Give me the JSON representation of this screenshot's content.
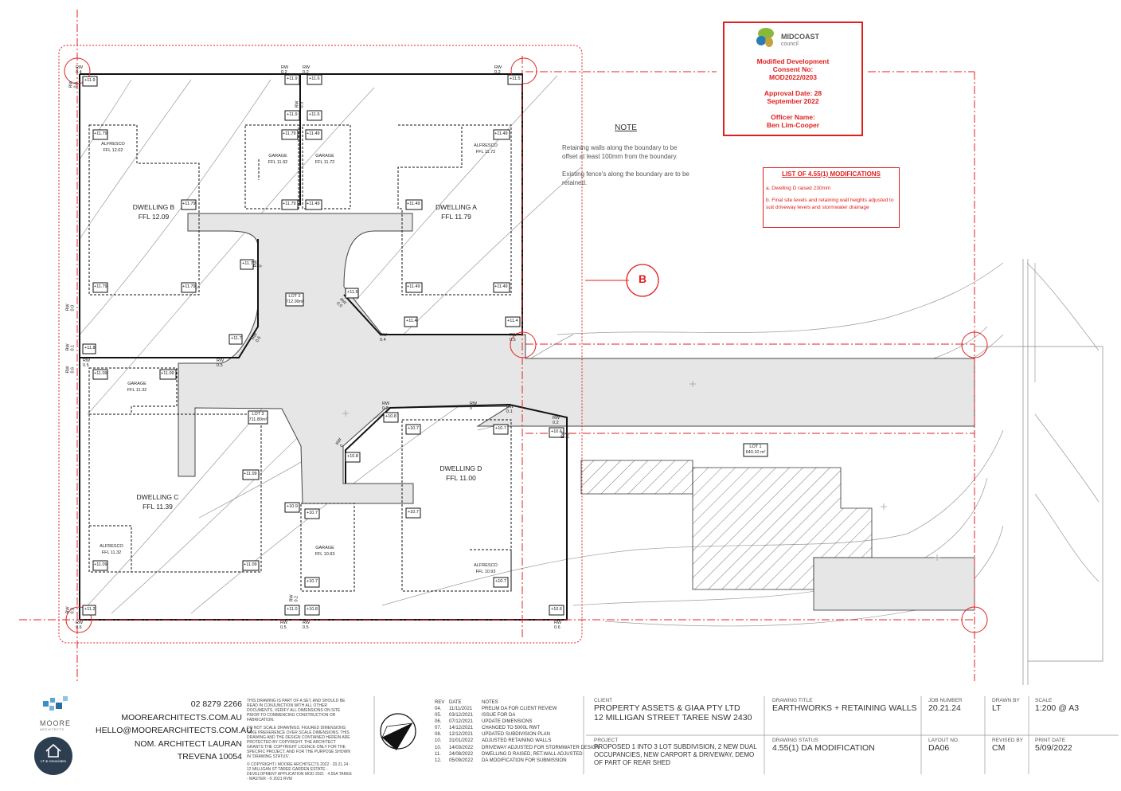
{
  "stamp": {
    "org_line1": "MIDCOAST",
    "org_line2": "council",
    "l1": "Modified Development",
    "l2": "Consent No:",
    "l3": "MOD2022/0203",
    "l4": "Approval Date: 28",
    "l5": "September 2022",
    "l6": "Officer Name:",
    "l7": "Ben Lim-Cooper"
  },
  "note": {
    "heading": "NOTE",
    "p1": "Retaining walls along the boundary to be offset at least 100mm from the boundary.",
    "p2": "Existing fence's along the boundary are to be retained."
  },
  "modifications": {
    "heading": "LIST OF 4.55(1) MODIFICATIONS",
    "a": "a. Dwelling D raised 230mm",
    "b": "b. Final site levels and retaining wall heights adjusted to suit driveway levels and stormwater drainage"
  },
  "section_marker": "B",
  "plan": {
    "dwellings": [
      {
        "name": "DWELLING B",
        "ffl": "FFL 12.09"
      },
      {
        "name": "DWELLING A",
        "ffl": "FFL 11.79"
      },
      {
        "name": "DWELLING C",
        "ffl": "FFL 11.39"
      },
      {
        "name": "DWELLING D",
        "ffl": "FFL 11.00"
      }
    ],
    "rooms": [
      {
        "name": "ALFRESCO",
        "ffl": "FFL 12.02"
      },
      {
        "name": "GARAGE",
        "ffl": "FFL 11.92"
      },
      {
        "name": "GARAGE",
        "ffl": "FFL 11.72"
      },
      {
        "name": "ALFRESCO",
        "ffl": "FFL 11.72"
      },
      {
        "name": "GARAGE",
        "ffl": "FFL 11.32"
      },
      {
        "name": "ALFRESCO",
        "ffl": "FFL 11.32"
      },
      {
        "name": "GARAGE",
        "ffl": "FFL 10.93"
      },
      {
        "name": "ALFRESCO",
        "ffl": "FFL 10.93"
      }
    ],
    "lots": [
      {
        "name": "LOT 2",
        "area": "712.99m²"
      },
      {
        "name": "LOT 3",
        "area": "711.80m²"
      },
      {
        "name": "LOT 1",
        "area": "640.10 m²"
      }
    ],
    "levels": [
      "+11.9",
      "+11.9",
      "+11.6",
      "+11.5",
      "+11.9",
      "+11.6",
      "+11.79",
      "+11.79",
      "+11.49",
      "+11.49",
      "+11.79",
      "+11.79",
      "+11.49",
      "+11.49",
      "+11.79",
      "+11.79",
      "+11.49",
      "+11.49",
      "+11.7",
      "+11.5",
      "+11.4",
      "+11.4",
      "+11.8",
      "+11.7",
      "+11.09",
      "+11.09",
      "+10.8",
      "+10.7",
      "+10.7",
      "+10.6",
      "+10.8",
      "+11.09",
      "+10.9",
      "+10.7",
      "+10.7",
      "+10.7",
      "+10.7",
      "+11.09",
      "+11.09",
      "+11.2",
      "+11.0",
      "+10.8",
      "+10.6"
    ],
    "rw": [
      "RW 0.4",
      "RW 0.2",
      "RW 0.2",
      "RW 0.2",
      "RW 0.4",
      "RW 0.3",
      "RW 0",
      "RW 0.0",
      "RW 0.1",
      "RW 0.6",
      "RW 0.5",
      "RW 0.5",
      "RW 0.6",
      "RW 0.4",
      "RW 0.5",
      "RW 0.0",
      "RW 0",
      "RW 0.1",
      "RW 0.2",
      "RW 0.2",
      "RW 0",
      "RW 0.2",
      "RW 0.2",
      "RW 0.5",
      "RW 0.5",
      "RW 0.6",
      "RW 0.3",
      "RW 0.6"
    ]
  },
  "titleblock": {
    "phone": "02 8279 2266",
    "web": "MOOREARCHITECTS.COM.AU",
    "email": "HELLO@MOOREARCHITECTS.COM.AU",
    "nominated": "NOM. ARCHITECT LAURAN TREVENA 10054",
    "logo_text": "MOORE",
    "logo_sub": "ARCHITECTS",
    "badge_text": "LT & Associates",
    "disclaimer1": "THIS DRAWING IS PART OF A SET, AND SHOULD BE READ IN CONJUNCTION WITH ALL OTHER DOCUMENTS. VERIFY ALL DIMENSIONS ON SITE PRIOR TO COMMENCING CONSTRUCTION OR FABRICATION.",
    "disclaimer2": "DO NOT SCALE DRAWINGS. FIGURED DIMENSIONS TAKE PREFERENCE OVER SCALE DIMENSIONS. THIS DRAWING AND THE DESIGN CONTAINED HEREIN ARE PROTECTED BY COPYRIGHT. THE ARCHITECT GRANTS THE COPYRIGHT LICENCE ONLY FOR THE SPECIFIC PROJECT, AND FOR THE PURPOSE SHOWN IN 'DRAWING STATUS'.",
    "disclaimer3": "© COPYRIGHT | MOORE ARCHITECTS 2022 · 20.21.24 · 12 MILLIGAN ST TAREE GARDEN ESTATE - DEVELOPMENT APPLICATION MOD 2021 · 4.55A TAREE - MASTER - © 2021 RVM",
    "rev_head": [
      "REV",
      "DATE",
      "NOTES"
    ],
    "revisions": [
      [
        "04.",
        "11/11/2021",
        "PRELIM DA FOR CLIENT REVIEW"
      ],
      [
        "05.",
        "03/12/2021",
        "ISSUE FOR DA"
      ],
      [
        "06.",
        "07/12/2021",
        "UPDATE DIMENSIONS"
      ],
      [
        "07.",
        "14/12/2021",
        "CHANGED TO 5000L RWT"
      ],
      [
        "08.",
        "12/12/2021",
        "UPDATED SUBDIVISION PLAN"
      ],
      [
        "10.",
        "31/01/2022",
        "ADJUSTED RETAINING WALLS"
      ],
      [
        "10.",
        "14/03/2022",
        "DRIVEWAY ADJUSTED FOR STORMWATER DESIGN"
      ],
      [
        "11.",
        "24/08/2022",
        "DWELLING D RAISED, RET.WALL ADJUSTED"
      ],
      [
        "12.",
        "05/09/2022",
        "DA MODIFICATION FOR SUBMISSION"
      ]
    ],
    "client_label": "CLIENT",
    "client_name": "PROPERTY ASSETS & GIAA PTY LTD",
    "client_addr": "12 MILLIGAN STREET TAREE NSW 2430",
    "project_label": "PROJECT",
    "project_text": "PROPOSED 1 INTO 3 LOT SUBDIVISION, 2 NEW DUAL OCCUPANCIES, NEW CARPORT & DRIVEWAY, DEMO OF PART OF REAR SHED",
    "drawing_title_label": "DRAWING TITLE",
    "drawing_title": "EARTHWORKS + RETAINING WALLS",
    "drawing_status_label": "DRAWING STATUS",
    "drawing_status": "4.55(1) DA MODIFICATION",
    "job_label": "JOB NUMBER",
    "job": "20.21.24",
    "drawnby_label": "DRAWN BY",
    "drawnby": "LT",
    "scale_label": "SCALE",
    "scale": "1:200 @ A3",
    "layout_label": "LAYOUT NO.",
    "layout": "DA06",
    "revisedby_label": "REVISED BY",
    "revisedby": "CM",
    "printdate_label": "PRINT DATE",
    "printdate": "5/09/2022"
  }
}
